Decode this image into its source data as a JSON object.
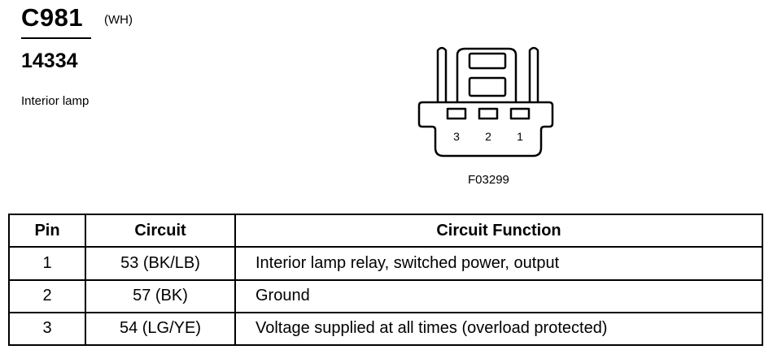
{
  "connector": {
    "id": "C981",
    "color": "(WH)",
    "part_number": "14334",
    "description": "Interior lamp",
    "figure_id": "F03299",
    "pin_labels": [
      "3",
      "2",
      "1"
    ]
  },
  "table": {
    "headers": [
      "Pin",
      "Circuit",
      "Circuit Function"
    ],
    "rows": [
      {
        "pin": "1",
        "circuit": "53 (BK/LB)",
        "function": "Interior lamp relay, switched power, output"
      },
      {
        "pin": "2",
        "circuit": "57 (BK)",
        "function": "Ground"
      },
      {
        "pin": "3",
        "circuit": "54 (LG/YE)",
        "function": "Voltage supplied at all times (overload protected)"
      }
    ]
  }
}
